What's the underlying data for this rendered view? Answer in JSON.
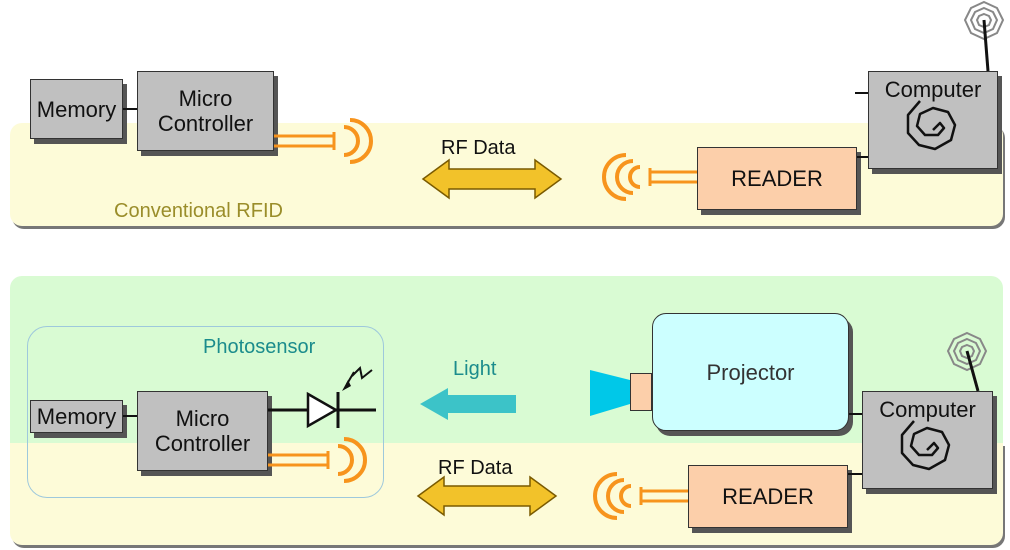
{
  "top_panel": {
    "caption": "Conventional RFID",
    "memory": "Memory",
    "micro_controller": [
      "Micro",
      "Controller"
    ],
    "rf_data": "RF Data",
    "reader": "READER",
    "computer": "Computer"
  },
  "bottom_panel": {
    "photosensor": "Photosensor",
    "memory": "Memory",
    "micro_controller": [
      "Micro",
      "Controller"
    ],
    "light": "Light",
    "projector": "Projector",
    "rf_data": "RF Data",
    "reader": "READER",
    "computer": "Computer"
  },
  "colors": {
    "yellow_band": "#fdfbd8",
    "green_band": "#d9fbd3",
    "gray_block": "#c0c0c0",
    "reader_block": "#fccfaa",
    "projector_block": "#ccffff",
    "rf_waves": "#f7941d",
    "rf_arrow": "#f2c22a",
    "light_arrow": "#3cc3c8",
    "lens": "#00c8e8"
  }
}
